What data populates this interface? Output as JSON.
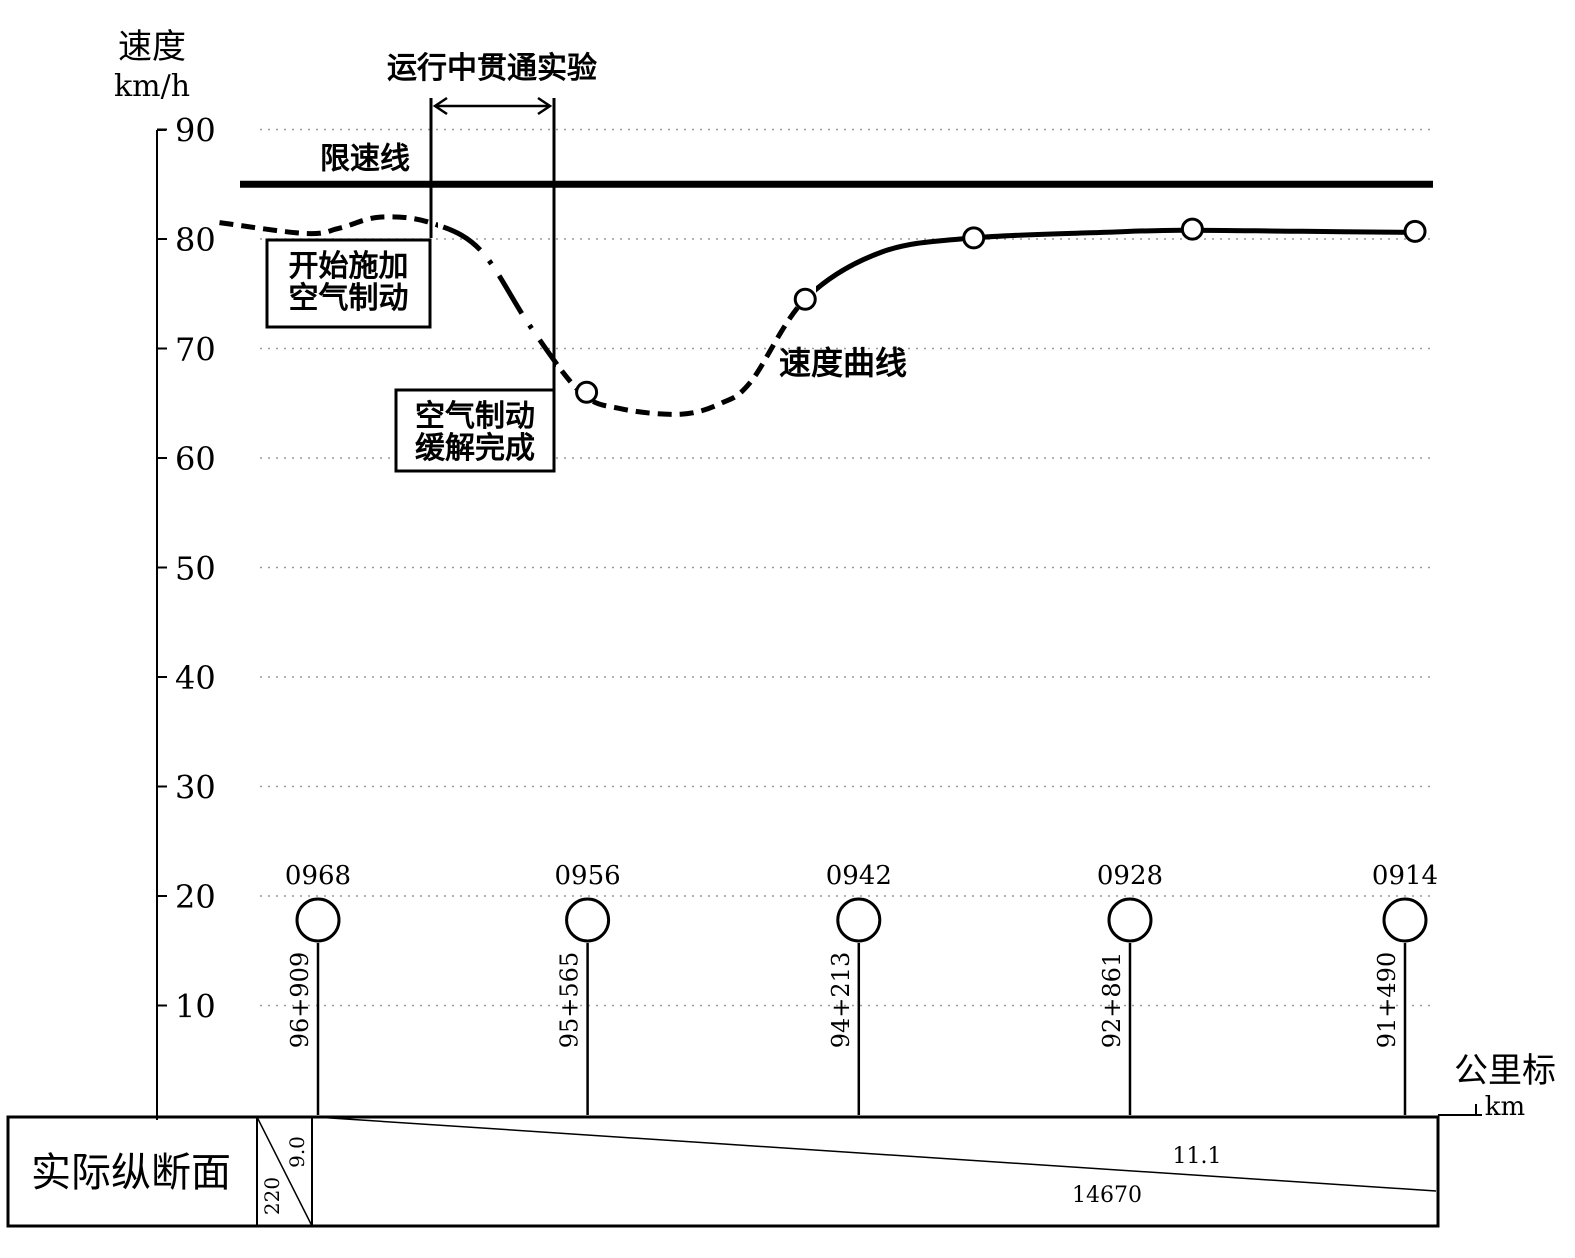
{
  "chart_data": {
    "type": "line",
    "ylabel": "速度",
    "yunit": "km/h",
    "ylim": [
      0,
      90
    ],
    "yticks": [
      10,
      20,
      30,
      40,
      50,
      60,
      70,
      80,
      90
    ],
    "xlabel": "公里标",
    "xunit": "km",
    "x_direction": "decreasing",
    "grid": true,
    "speed_limit": {
      "label": "限速线",
      "value": 85
    },
    "test_interval_label": "运行中贯通实验",
    "speed_curve": {
      "label": "速度曲线",
      "x": [
        97.4,
        96.97,
        96.8,
        96.6,
        96.35,
        96.1,
        95.85,
        95.6,
        95.4,
        95.1,
        94.9,
        94.75,
        94.48,
        94.1,
        93.64,
        93.0,
        92.6,
        92.0,
        91.43
      ],
      "y": [
        81.5,
        80.5,
        81.0,
        82.0,
        81.5,
        79.0,
        72.0,
        66.0,
        64.5,
        64.0,
        65.0,
        67.0,
        74.5,
        78.8,
        80.1,
        80.6,
        80.8,
        80.7,
        80.6
      ]
    },
    "markers": [
      {
        "x": 95.57,
        "y": 66.0
      },
      {
        "x": 94.48,
        "y": 74.5
      },
      {
        "x": 93.64,
        "y": 80.1
      },
      {
        "x": 92.55,
        "y": 80.9
      },
      {
        "x": 91.44,
        "y": 80.7
      }
    ],
    "annotations": [
      {
        "lines": [
          "开始施加",
          "空气制动"
        ],
        "x": 96.4,
        "y": 82.0
      },
      {
        "lines": [
          "空气制动",
          "缓解完成"
        ],
        "x": 95.57,
        "y": 66.0
      }
    ],
    "signals": [
      {
        "id": "0968",
        "km": "96+909",
        "x": 96.909
      },
      {
        "id": "0956",
        "km": "95+565",
        "x": 95.565
      },
      {
        "id": "0942",
        "km": "94+213",
        "x": 94.213
      },
      {
        "id": "0928",
        "km": "92+861",
        "x": 92.861
      },
      {
        "id": "0914",
        "km": "91+490",
        "x": 91.49
      }
    ],
    "profile": {
      "title": "实际纵断面",
      "left_segment": {
        "grade": "9.0",
        "length": "220"
      },
      "main_segment": {
        "grade": "11.1",
        "length": "14670"
      }
    }
  }
}
